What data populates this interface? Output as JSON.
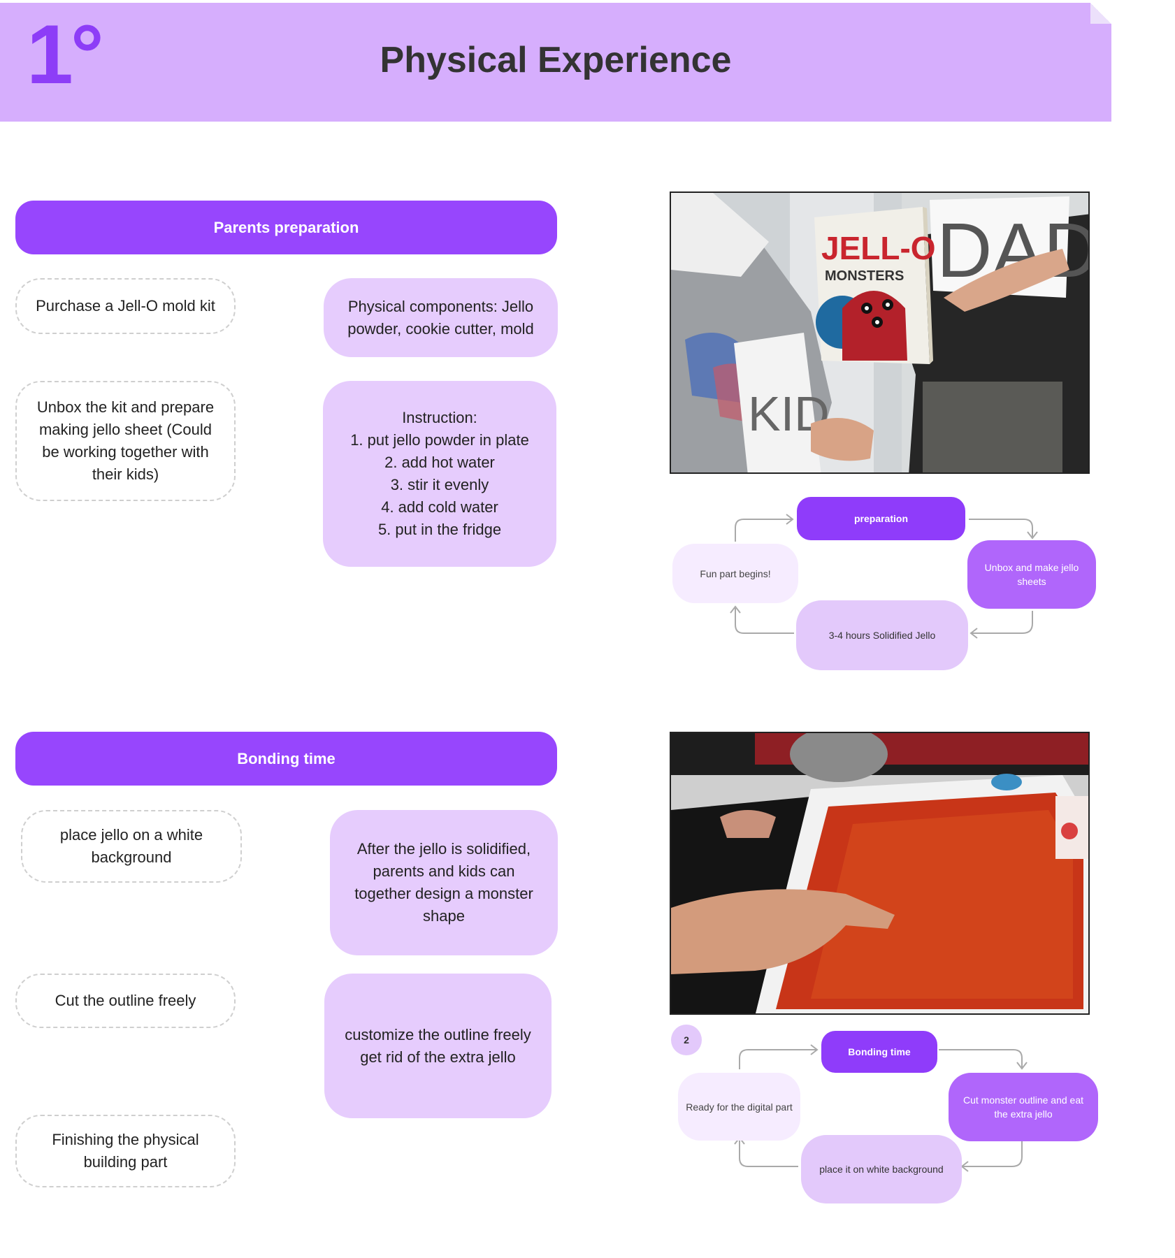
{
  "header": {
    "badge": "1°",
    "title": "Physical Experience"
  },
  "section1": {
    "bar_label": "Parents preparation",
    "steps": [
      "Purchase a Jell-O mold kit",
      "Unbox the kit and prepare making jello sheet (Could be working together with their kids)"
    ],
    "components": "Physical components: Jello powder, cookie cutter, mold",
    "instruction": {
      "heading": "Instruction:",
      "items": [
        "1. put jello powder in plate",
        "2. add hot water",
        "3. stir it evenly",
        "4. add cold water",
        "5. put in the fridge"
      ]
    },
    "photo": {
      "box_text_1": "JELL-O",
      "box_text_2": "MONSTERS",
      "sign_dad": "DAD",
      "sign_kid": "KID"
    },
    "cycle": {
      "top": "preparation",
      "right": "Unbox and make jello sheets",
      "bottom": "3-4 hours Solidified Jello",
      "left": "Fun part begins!"
    }
  },
  "section2": {
    "bar_label": "Bonding time",
    "steps": [
      "place jello on a white background",
      "Cut the outline freely",
      "Finishing the physical building part"
    ],
    "notes": [
      "After the jello is solidified, parents and kids can together design a monster shape",
      "customize the outline freely get rid of the extra jello"
    ],
    "cycle": {
      "number": "2",
      "top": "Bonding time",
      "right": "Cut monster outline and eat the extra jello",
      "bottom": "place it on white background",
      "left": "Ready for the digital part"
    }
  },
  "colors": {
    "accent": "#9746fd",
    "header_bg": "#d6aefd",
    "lavender": "#e6ccfd"
  }
}
